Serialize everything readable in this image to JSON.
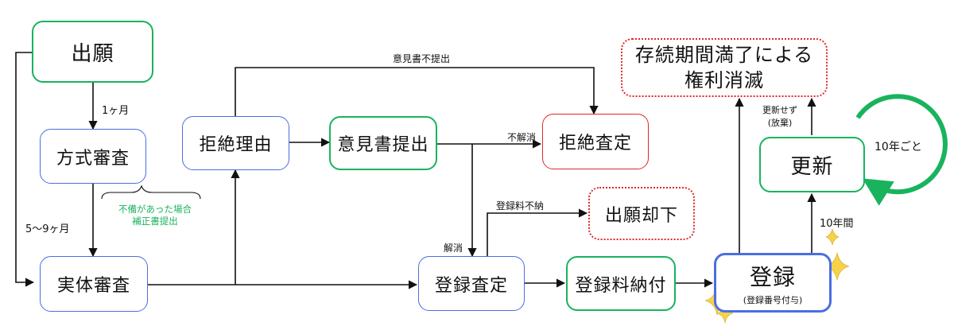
{
  "nodes": {
    "shutsugan": "出願",
    "houshiki": "方式審査",
    "jittai": "実体審査",
    "kyozetsu_riyu": "拒絶理由",
    "ikensho": "意見書提出",
    "kyozetsu_satei": "拒絶査定",
    "shutsugan_kyakka": "出願却下",
    "toroku_satei": "登録査定",
    "torokuryo_nofu": "登録料納付",
    "toroku": "登録",
    "toroku_sub": "(登録番号付与)",
    "koshin": "更新",
    "shometsu_line1": "存続期間満了による",
    "shometsu_line2": "権利消滅"
  },
  "labels": {
    "ikkagetsu": "1ヶ月",
    "go_kyu": "5〜9ヶ月",
    "hosei_line1": "不備があった場合",
    "hosei_line2": "補正書提出",
    "ikensho_futeishutsu": "意見書不提出",
    "fukaisho": "不解消",
    "kaisho": "解消",
    "torokuryo_funo": "登録料不納",
    "junen": "10年間",
    "koshin_sezu": "更新せず",
    "hoki": "(放棄)",
    "junen_goto": "10年ごと"
  },
  "colors": {
    "blue_border": "#4a6ee0",
    "green_border": "#19b35e",
    "red_border": "#e0282c",
    "sparkle": "#f5d24a"
  }
}
